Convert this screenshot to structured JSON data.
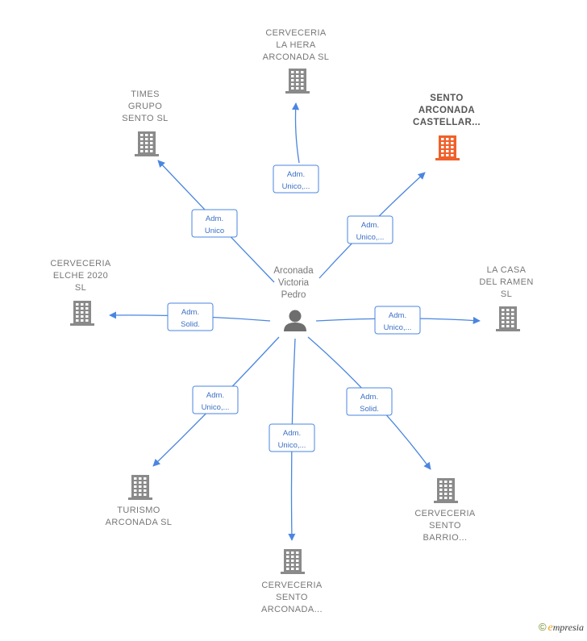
{
  "colors": {
    "edge": "#4a86e0",
    "node_default": "#8a8a8a",
    "node_highlight": "#f0602a",
    "person": "#6e6e6e"
  },
  "center": {
    "icon": "person-icon",
    "label_lines": [
      "Arconada",
      "Victoria",
      "Pedro"
    ]
  },
  "nodes": [
    {
      "id": "cerveceria-la-hera",
      "icon": "building-icon",
      "highlight": false,
      "label_lines": [
        "CERVECERIA",
        "LA HERA",
        "ARCONADA  SL"
      ],
      "edge_lines": [
        "Adm.",
        "Unico,..."
      ]
    },
    {
      "id": "sento-arconada-castellar",
      "icon": "building-icon",
      "highlight": true,
      "label_lines": [
        "SENTO",
        "ARCONADA",
        "CASTELLAR..."
      ],
      "edge_lines": [
        "Adm.",
        "Unico,..."
      ]
    },
    {
      "id": "la-casa-del-ramen",
      "icon": "building-icon",
      "highlight": false,
      "label_lines": [
        "LA CASA",
        "DEL RAMEN",
        "SL"
      ],
      "edge_lines": [
        "Adm.",
        "Unico,..."
      ]
    },
    {
      "id": "cerveceria-sento-barrio",
      "icon": "building-icon",
      "highlight": false,
      "label_lines": [
        "CERVECERIA",
        "SENTO",
        "BARRIO..."
      ],
      "edge_lines": [
        "Adm.",
        "Solid."
      ]
    },
    {
      "id": "cerveceria-sento-arconada",
      "icon": "building-icon",
      "highlight": false,
      "label_lines": [
        "CERVECERIA",
        "SENTO",
        "ARCONADA..."
      ],
      "edge_lines": [
        "Adm.",
        "Unico,..."
      ]
    },
    {
      "id": "turismo-arconada",
      "icon": "building-icon",
      "highlight": false,
      "label_lines": [
        "TURISMO",
        "ARCONADA  SL"
      ],
      "edge_lines": [
        "Adm.",
        "Unico,..."
      ]
    },
    {
      "id": "cerveceria-elche-2020",
      "icon": "building-icon",
      "highlight": false,
      "label_lines": [
        "CERVECERIA",
        "ELCHE 2020",
        "SL"
      ],
      "edge_lines": [
        "Adm.",
        "Solid."
      ]
    },
    {
      "id": "times-grupo-sento",
      "icon": "building-icon",
      "highlight": false,
      "label_lines": [
        "TIMES",
        "GRUPO",
        "SENTO  SL"
      ],
      "edge_lines": [
        "Adm.",
        "Unico"
      ]
    }
  ],
  "brand": {
    "copyright": "©",
    "first_letter": "e",
    "rest": "mpresia"
  }
}
